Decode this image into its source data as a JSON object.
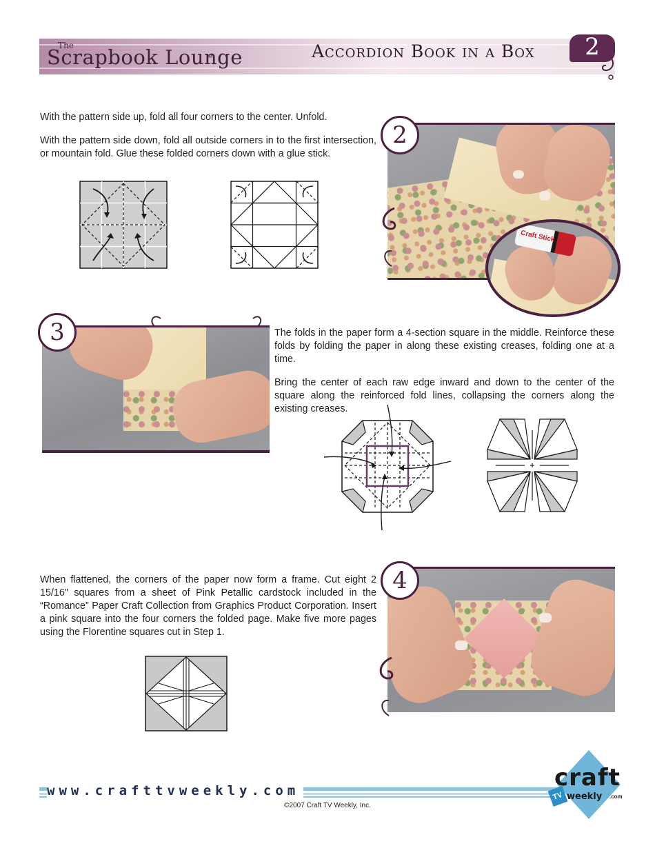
{
  "header": {
    "brand_the": "The",
    "brand_name": "Scrapbook Lounge",
    "brand_tm": "TM",
    "page_title": "Accordion Book in a Box",
    "page_number": "2"
  },
  "sections": {
    "step2": {
      "number": "2",
      "paragraphs": [
        "With the pattern side up, fold all four corners to the center. Unfold.",
        "With the pattern side down, fold all outside corners in to the first intersection, or mountain fold. Glue these folded corners down with a glue stick."
      ],
      "glue_stick_label": "Craft Stick"
    },
    "step3": {
      "number": "3",
      "paragraphs": [
        "The folds in the paper form a 4-section square in the middle. Reinforce these folds by folding the paper in along these existing creases, folding one at a time.",
        "Bring the center of each raw edge inward and down to the center of the square along the reinforced fold lines, collapsing the corners along the existing creases."
      ]
    },
    "step4": {
      "number": "4",
      "paragraphs": [
        "When flattened, the corners of the paper now form a frame. Cut eight 2 15/16\" squares from a sheet of Pink Petallic cardstock included in the “Romance” Paper Craft Collection from Graphics Product Corporation. Insert a pink square into the four corners the folded page. Make five more pages using the Florentine squares cut in Step 1."
      ]
    }
  },
  "footer": {
    "url": "www.crafttvweekly.com",
    "copyright": "©2007 Craft TV Weekly, Inc.",
    "logo_craft": "craft",
    "logo_tv": "TV",
    "logo_weekly": "weekly",
    "logo_com": ".com"
  },
  "colors": {
    "accent_plum": "#4a2040",
    "header_gradient_start": "#b48aa6",
    "footer_blue": "#8fc3dc",
    "diagram_gray": "#c9c9c9"
  }
}
